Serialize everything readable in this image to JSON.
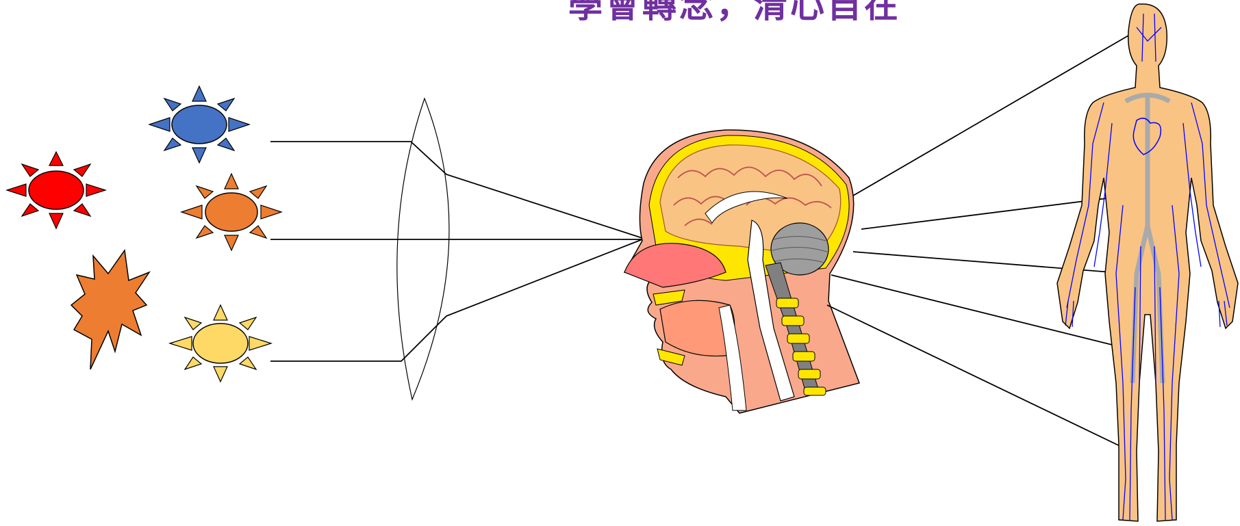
{
  "title": "學會轉念，清心自在",
  "colors": {
    "title": "#7030a0",
    "sun_red": "#ff0000",
    "sun_blue": "#4472c4",
    "sun_orange": "#ed7d31",
    "sun_yellow": "#ffd966",
    "burst_orange": "#ed7d31",
    "skin": "#f9c384",
    "vessel": "#0000ff"
  },
  "icons": {
    "sun_red": "sun-icon",
    "sun_blue": "sun-icon",
    "sun_orange": "sun-icon",
    "sun_yellow": "sun-icon",
    "burst": "explosion-icon",
    "lens": "convex-lens",
    "head": "head-brain-cross-section",
    "body": "human-body-circulatory-system"
  }
}
